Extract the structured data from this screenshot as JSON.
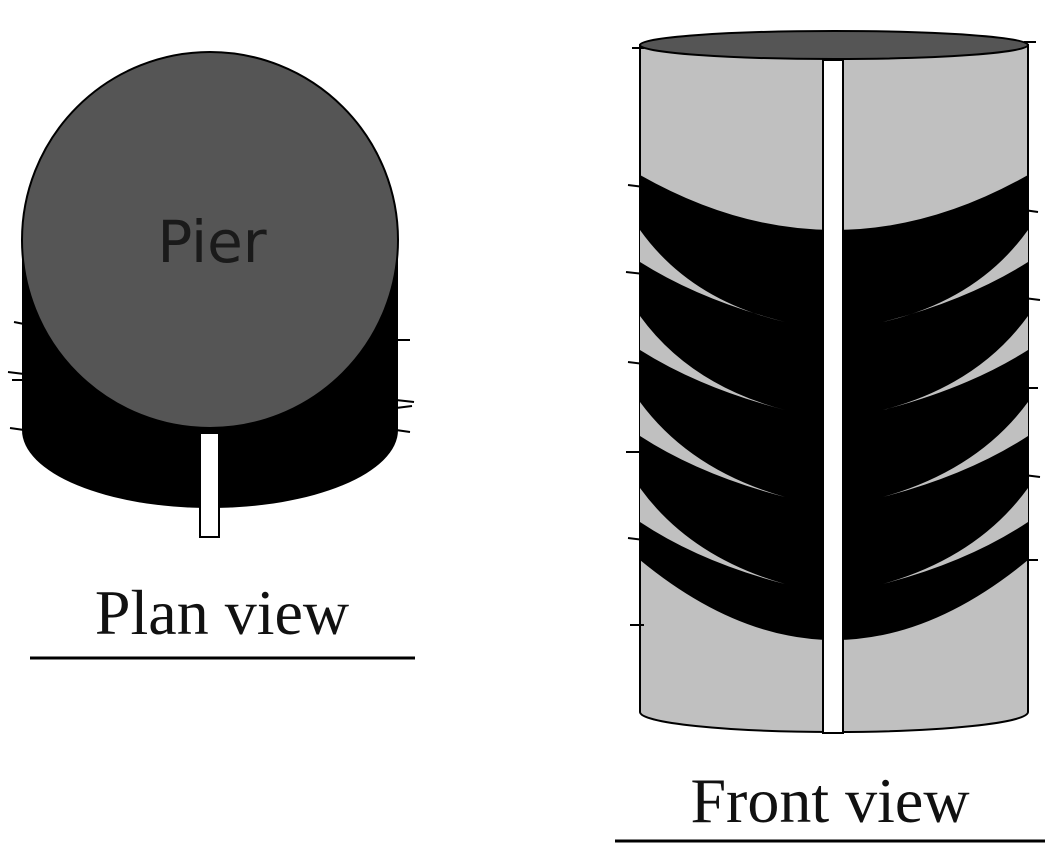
{
  "plan_view": {
    "pier_label": "Pier",
    "caption": "Plan view"
  },
  "front_view": {
    "caption": "Front view"
  },
  "colors": {
    "pier_top": "#555555",
    "wrap_band": "#000000",
    "cylinder_body": "#c0c0c0",
    "slot": "#ffffff",
    "outline": "#000000"
  }
}
